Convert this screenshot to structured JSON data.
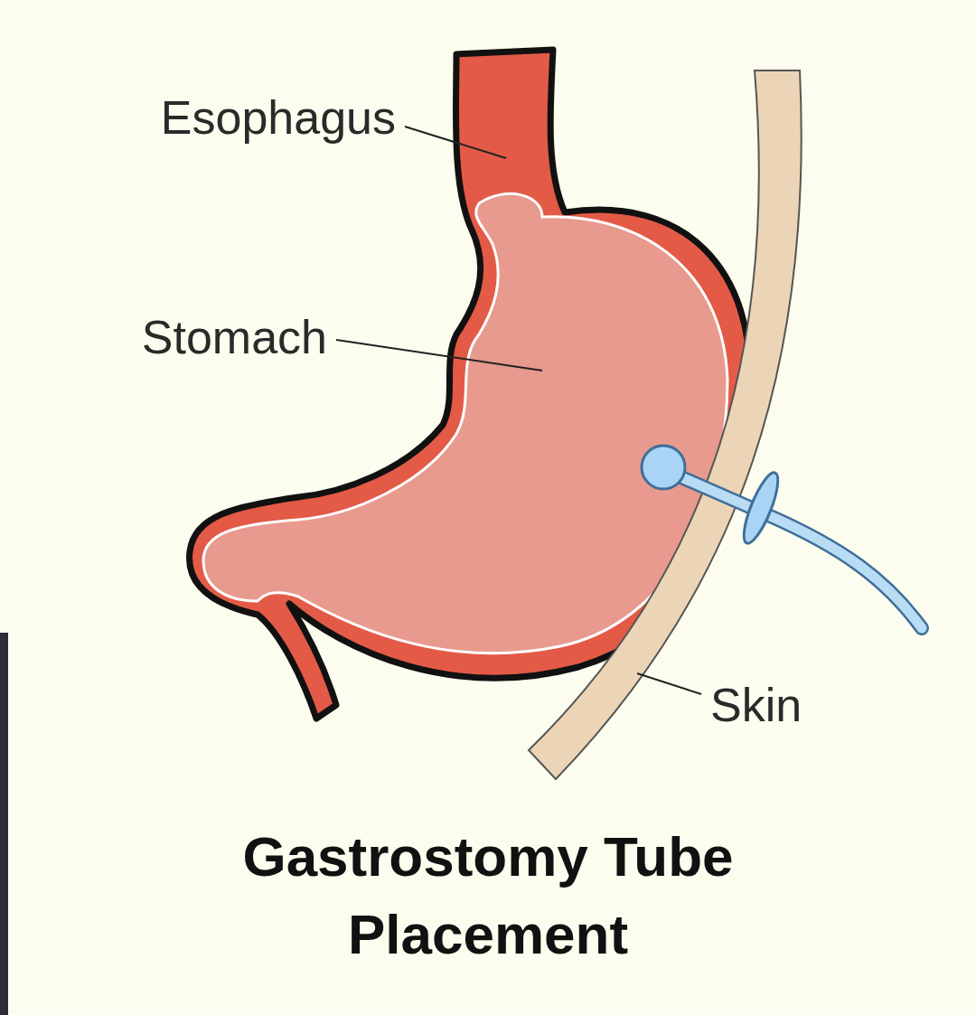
{
  "diagram": {
    "title": "Gastrostomy Tube Placement",
    "labels": [
      "Esophagus",
      "Stomach",
      "Skin"
    ]
  }
}
